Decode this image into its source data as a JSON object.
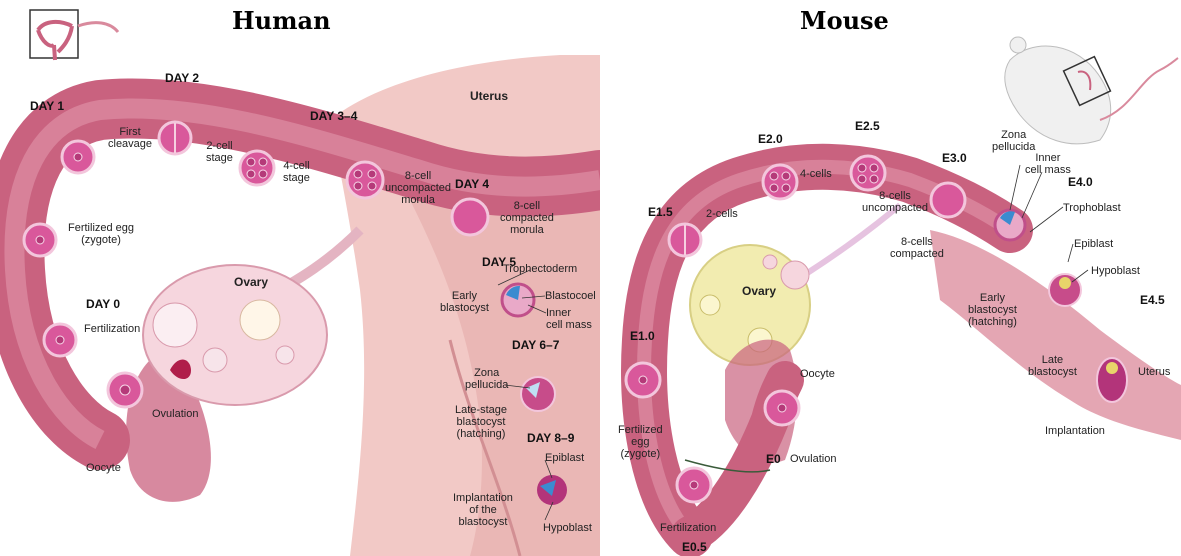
{
  "human": {
    "title": "Human",
    "labels": {
      "day1": "DAY 1",
      "day2": "DAY 2",
      "day3_4": "DAY 3–4",
      "day4": "DAY 4",
      "day5": "DAY 5",
      "day6_7": "DAY 6–7",
      "day8_9": "DAY 8–9",
      "day0": "DAY 0",
      "uterus": "Uterus",
      "first_cleavage": "First\ncleavage",
      "two_cell": "2-cell\nstage",
      "four_cell": "4-cell\nstage",
      "eight_uncompacted": "8-cell\nuncompacted\nmorula",
      "eight_compacted": "8-cell\ncompacted\nmorula",
      "fertilized_egg": "Fertilized egg\n(zygote)",
      "ovary": "Ovary",
      "trophectoderm": "Trophectoderm",
      "blastocoel": "Blastocoel",
      "inner_cell_mass": "Inner\ncell mass",
      "early_blastocyst": "Early\nblastocyst",
      "fertilization": "Fertilization",
      "zona_pellucida": "Zona\npellucida",
      "late_stage_blastocyst": "Late-stage\nblastocyst\n(hatching)",
      "ovulation": "Ovulation",
      "oocyte": "Oocyte",
      "epiblast": "Epiblast",
      "implantation": "Implantation\nof the\nblastocyst",
      "hypoblast": "Hypoblast"
    }
  },
  "mouse": {
    "title": "Mouse",
    "labels": {
      "e2_0": "E2.0",
      "e2_5": "E2.5",
      "e3_0": "E3.0",
      "e1_5": "E1.5",
      "e4_0": "E4.0",
      "e4_5": "E4.5",
      "e1_0": "E1.0",
      "e0": "E0",
      "e0_5": "E0.5",
      "four_cells": "4-cells",
      "two_cells": "2-cells",
      "eight_uncompacted": "8-cells\nuncompacted",
      "eight_compacted": "8-cells\ncompacted",
      "zona_pellucida": "Zona\npellucida",
      "inner_cell_mass": "Inner\ncell mass",
      "trophoblast": "Trophoblast",
      "ovary": "Ovary",
      "epiblast": "Epiblast",
      "hypoblast": "Hypoblast",
      "early_blastocyst": "Early\nblastocyst\n(hatching)",
      "oocyte": "Oocyte",
      "late_blastocyst": "Late\nblastocyst",
      "uterus": "Uterus",
      "fertilized_egg": "Fertilized\negg\n(zygote)",
      "ovulation": "Ovulation",
      "implantation": "Implantation",
      "fertilization": "Fertilization"
    }
  },
  "colors": {
    "tube": "#c9627f",
    "tube_light": "#e8a3b4",
    "uterus": "#f2c9c6",
    "cell": "#d9589b",
    "ovary": "#f6d6de",
    "mouse_ovary": "#f2ecb0"
  }
}
